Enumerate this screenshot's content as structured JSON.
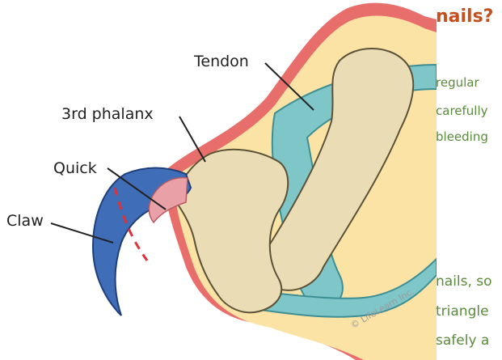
{
  "heading": "nails?",
  "paragraph_fragments": [
    "regular",
    "carefully",
    "bleeding"
  ],
  "paragraph_fragments_lower": [
    "nails, so",
    "triangle",
    "safely a"
  ],
  "labels": {
    "tendon": "Tendon",
    "phalanx": "3rd phalanx",
    "quick": "Quick",
    "claw": "Claw"
  },
  "copyright": "© LifeLearn Inc.",
  "colors": {
    "skin_outline": "#e86e6b",
    "skin_fill": "#fbe3a6",
    "bone_fill": "#eadcb4",
    "tendon": "#7fc6c9",
    "claw": "#3f6db8",
    "cut_line": "#e0303a",
    "heading": "#c4501f",
    "text_green": "#5a8a3c"
  }
}
